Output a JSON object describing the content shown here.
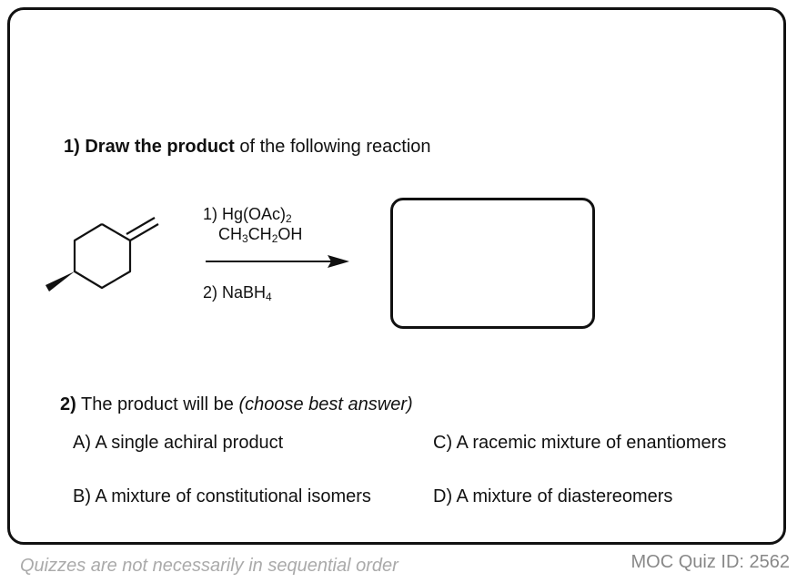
{
  "question1": {
    "number": "1)",
    "bold_text": "Draw the product",
    "rest_text": "of the following reaction"
  },
  "reaction": {
    "step1_prefix": "1) Hg(OAc)",
    "step1_sub": "2",
    "solvent_a": "CH",
    "solvent_sub1": "3",
    "solvent_b": "CH",
    "solvent_sub2": "2",
    "solvent_c": "OH",
    "step2_prefix": "2) NaBH",
    "step2_sub": "4"
  },
  "question2": {
    "number": "2)",
    "text": "The product will be",
    "italic_text": "(choose best answer)"
  },
  "choices": {
    "a": "A) A single achiral product",
    "b": "B) A mixture of constitutional isomers",
    "c": "C) A racemic mixture of enantiomers",
    "d": "D) A mixture of diastereomers"
  },
  "footer": {
    "note": "Quizzes are not necessarily in sequential order",
    "quiz_id": "MOC Quiz ID: 2562"
  }
}
